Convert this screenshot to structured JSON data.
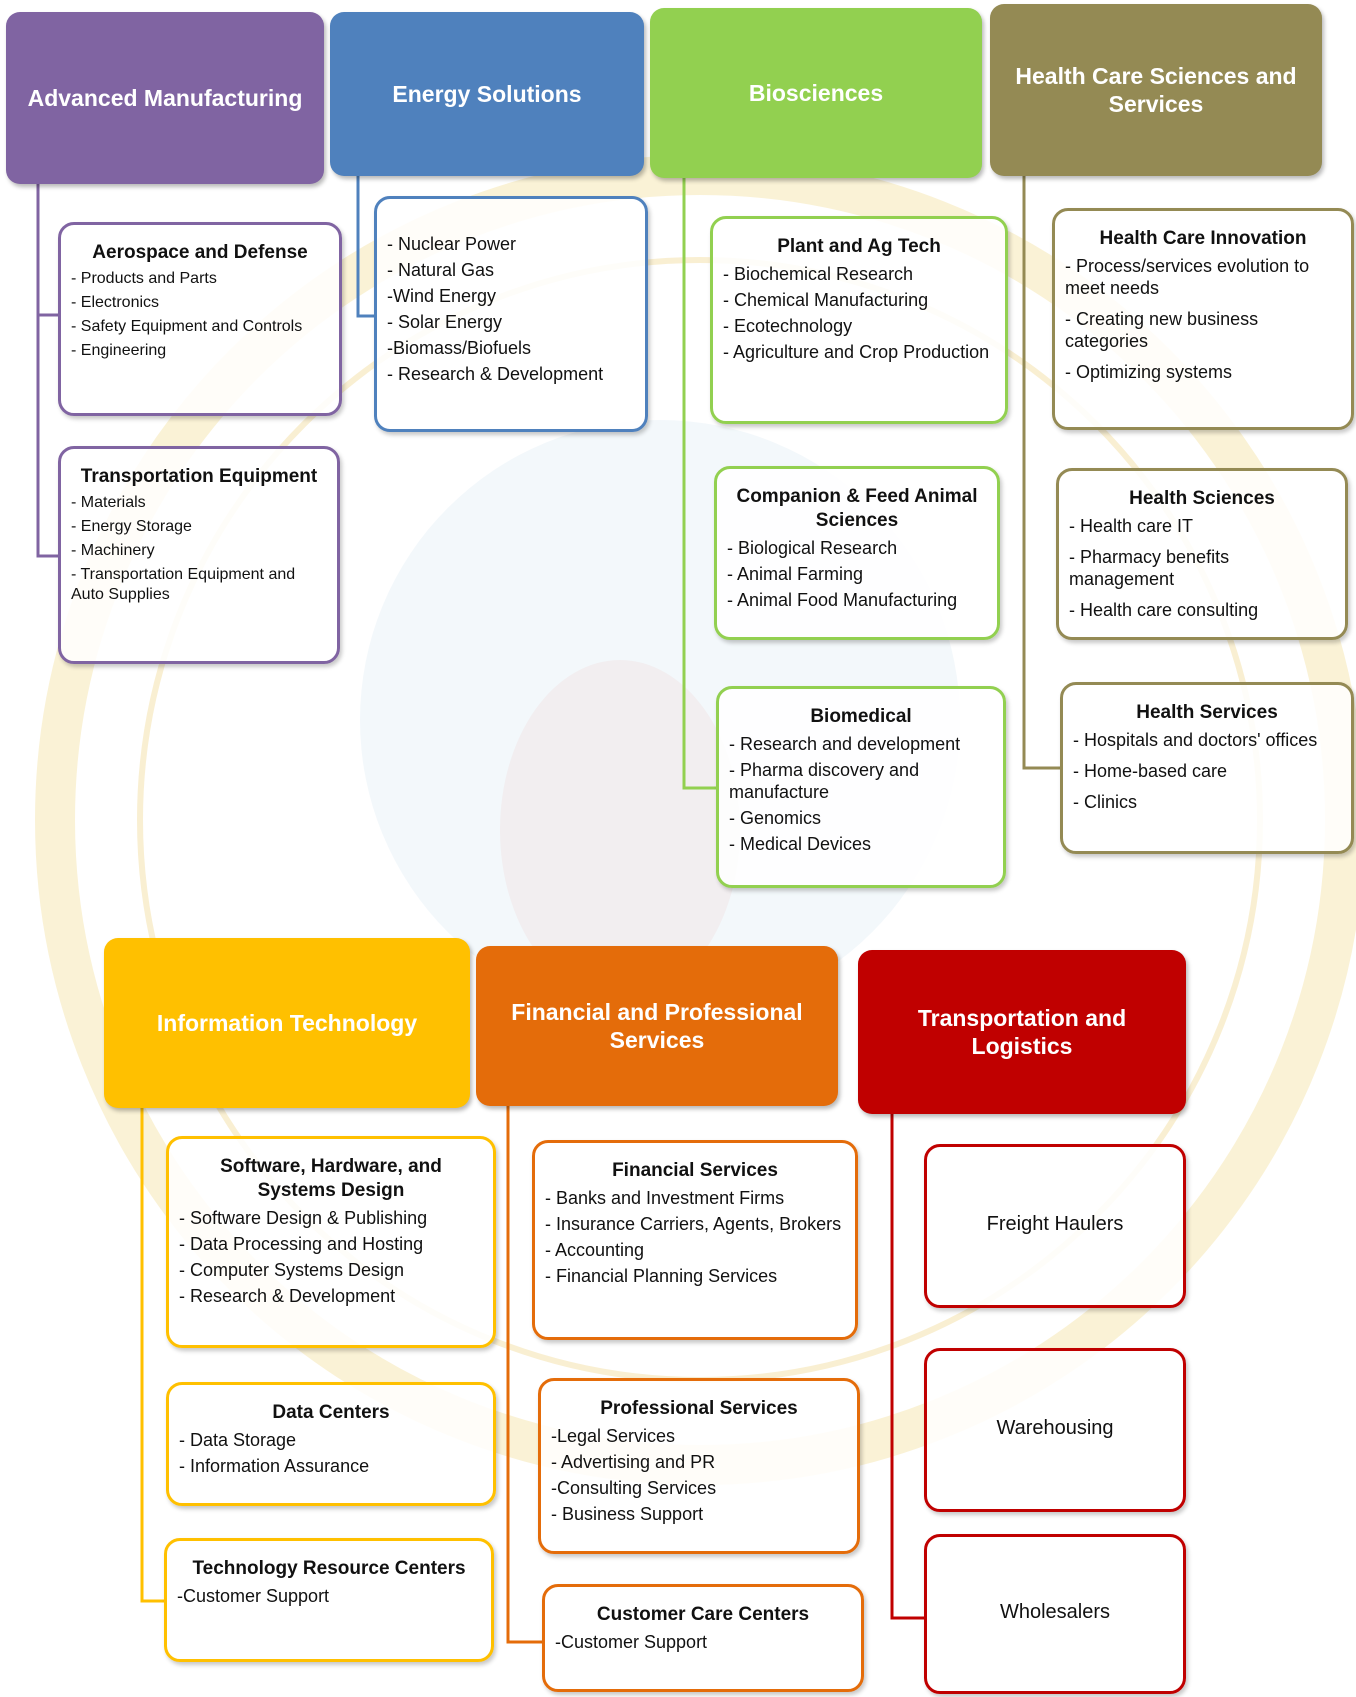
{
  "colors": {
    "purple": "#8064a2",
    "blue": "#4f81bd",
    "green": "#92d050",
    "olive": "#948a54",
    "yellow": "#ffc000",
    "orange": "#e46c0a",
    "red": "#c00000"
  },
  "watermark": "faint state seal",
  "headers": {
    "advanced_manufacturing": "Advanced Manufacturing",
    "energy_solutions": "Energy Solutions",
    "biosciences": "Biosciences",
    "health_care": "Health Care Sciences and Services",
    "information_technology": "Information Technology",
    "financial_professional": "Financial and Professional Services",
    "transportation_logistics": "Transportation and Logistics"
  },
  "cards": {
    "aerospace": {
      "title": "Aerospace and Defense",
      "items": [
        "- Products and Parts",
        "- Electronics",
        "- Safety Equipment and Controls",
        "- Engineering"
      ]
    },
    "transport_equipment": {
      "title": "Transportation Equipment",
      "items": [
        "- Materials",
        "- Energy Storage",
        "- Machinery",
        "- Transportation Equipment and Auto Supplies"
      ]
    },
    "energy": {
      "items": [
        "- Nuclear Power",
        "- Natural Gas",
        "-Wind Energy",
        "- Solar Energy",
        "-Biomass/Biofuels",
        "- Research & Development"
      ]
    },
    "plant_ag": {
      "title": "Plant and Ag Tech",
      "items": [
        "- Biochemical Research",
        "- Chemical Manufacturing",
        "- Ecotechnology",
        "- Agriculture and Crop Production"
      ]
    },
    "companion_feed": {
      "title": "Companion & Feed Animal Sciences",
      "items": [
        "- Biological Research",
        "- Animal Farming",
        "- Animal Food Manufacturing"
      ]
    },
    "biomedical": {
      "title": "Biomedical",
      "items": [
        "- Research and development",
        "- Pharma discovery and manufacture",
        "- Genomics",
        "- Medical Devices"
      ]
    },
    "hc_innovation": {
      "title": "Health Care Innovation",
      "items": [
        "- Process/services evolution to meet needs",
        "- Creating new business categories",
        "- Optimizing systems"
      ]
    },
    "health_sciences": {
      "title": "Health Sciences",
      "items": [
        "- Health care IT",
        "- Pharmacy benefits management",
        "- Health care consulting"
      ]
    },
    "health_services": {
      "title": "Health Services",
      "items": [
        "- Hospitals and doctors' offices",
        "- Home-based care",
        "- Clinics"
      ]
    },
    "software": {
      "title": "Software, Hardware, and Systems Design",
      "items": [
        "- Software Design & Publishing",
        "- Data Processing and Hosting",
        "- Computer Systems Design",
        "- Research & Development"
      ]
    },
    "data_centers": {
      "title": "Data Centers",
      "items": [
        "- Data Storage",
        "- Information Assurance"
      ]
    },
    "tech_resource": {
      "title": "Technology Resource Centers",
      "items": [
        "-Customer Support"
      ]
    },
    "financial_services": {
      "title": "Financial Services",
      "items": [
        "- Banks and Investment Firms",
        "- Insurance Carriers, Agents, Brokers",
        "- Accounting",
        " - Financial Planning Services"
      ]
    },
    "professional_services": {
      "title": "Professional Services",
      "items": [
        "-Legal Services",
        "- Advertising and PR",
        "-Consulting Services",
        "- Business Support"
      ]
    },
    "customer_care": {
      "title": "Customer Care Centers",
      "items": [
        "-Customer Support"
      ]
    },
    "freight": {
      "title": "Freight Haulers"
    },
    "warehousing": {
      "title": "Warehousing"
    },
    "wholesalers": {
      "title": "Wholesalers"
    }
  }
}
